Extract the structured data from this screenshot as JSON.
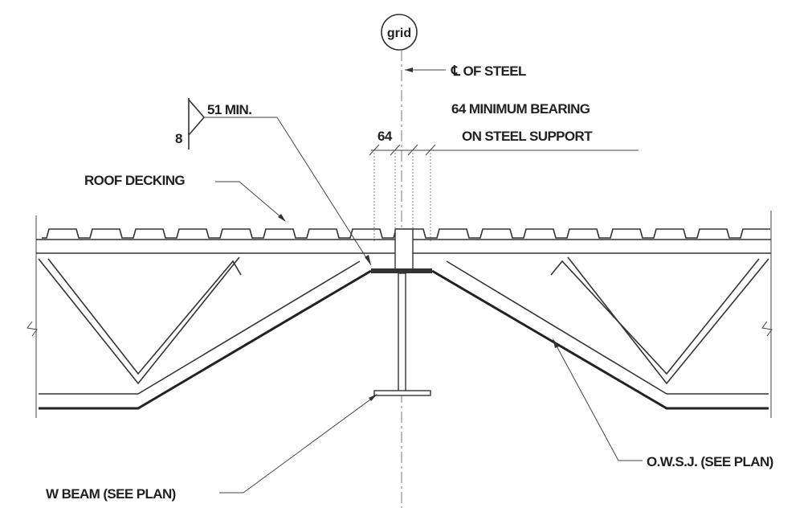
{
  "grid_bubble": {
    "label": "grid"
  },
  "labels": {
    "centerline": "℄ OF STEEL",
    "bearing_line1": "64 MINIMUM BEARING",
    "bearing_line2": "ON STEEL SUPPORT",
    "dimension": "64",
    "weld_size": "8",
    "weld_length": "51 MIN.",
    "roof_decking": "ROOF DECKING",
    "owsj": "O.W.S.J. (SEE PLAN)",
    "w_beam": "W BEAM (SEE PLAN)"
  }
}
